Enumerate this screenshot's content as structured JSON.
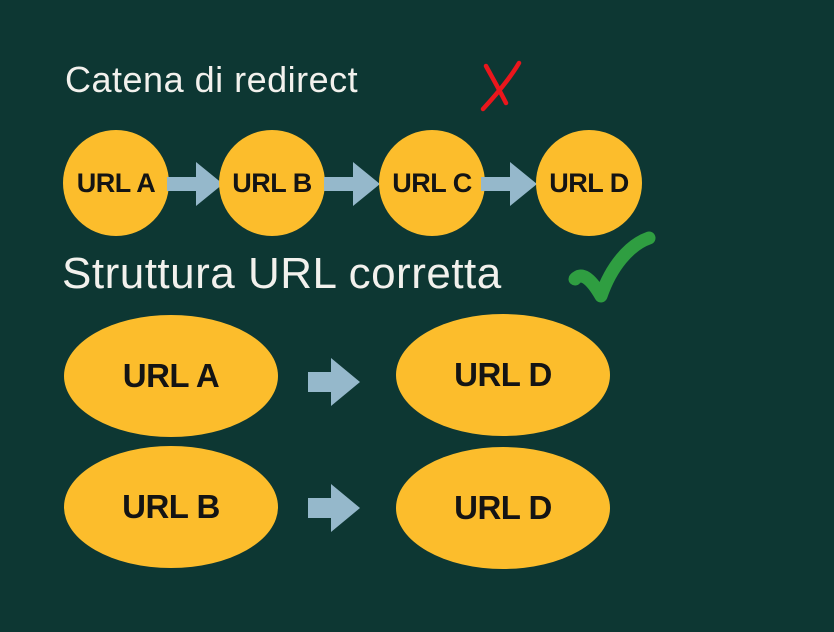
{
  "colors": {
    "background": "#0d3733",
    "node_fill": "#fcbd2c",
    "node_text": "#141414",
    "arrow": "#95b8cb",
    "heading_text": "#f2f1ed",
    "cross": "#ea161c",
    "check": "#2f9e41"
  },
  "sections": {
    "redirect_chain": {
      "title": "Catena di redirect",
      "status_icon": "cross-icon",
      "nodes": [
        {
          "label": "URL A"
        },
        {
          "label": "URL B"
        },
        {
          "label": "URL C"
        },
        {
          "label": "URL D"
        }
      ]
    },
    "correct_structure": {
      "title": "Struttura URL corretta",
      "status_icon": "check-icon",
      "mappings": [
        {
          "from": "URL A",
          "to": "URL D"
        },
        {
          "from": "URL B",
          "to": "URL D"
        }
      ]
    }
  }
}
